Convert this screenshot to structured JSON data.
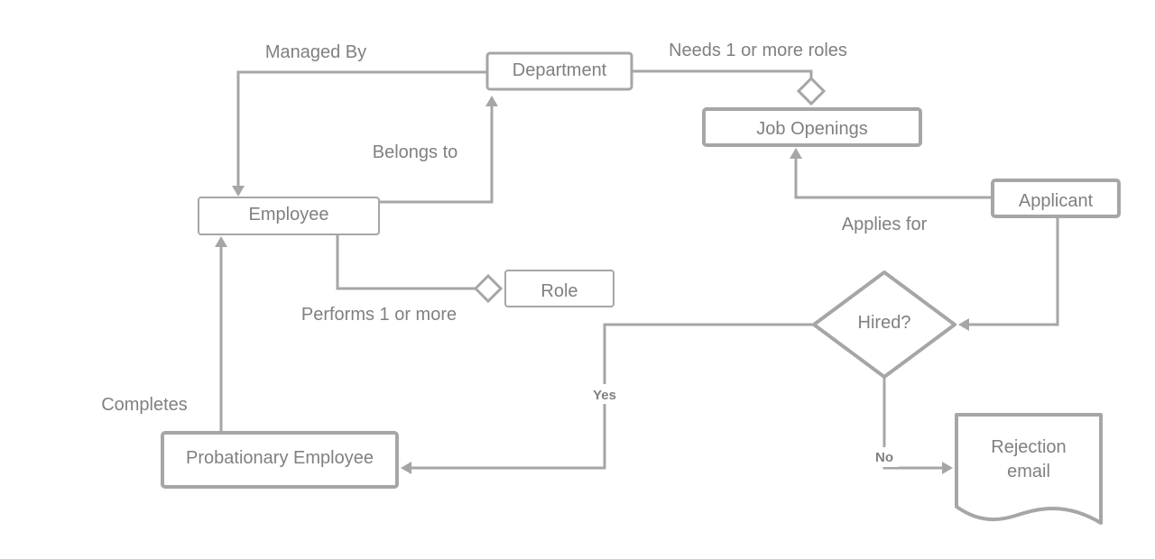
{
  "nodes": {
    "department": "Department",
    "job_openings": "Job Openings",
    "employee": "Employee",
    "applicant": "Applicant",
    "role": "Role",
    "hired": "Hired?",
    "probationary_employee": "Probationary Employee",
    "rejection_line1": "Rejection",
    "rejection_line2": "email"
  },
  "edges": {
    "managed_by": "Managed By",
    "needs_roles": "Needs 1 or more roles",
    "belongs_to": "Belongs to",
    "applies_for": "Applies for",
    "performs": "Performs 1 or more",
    "completes": "Completes",
    "yes": "Yes",
    "no": "No"
  },
  "colors": {
    "stroke": "#a6a6a6",
    "text": "#808080"
  }
}
